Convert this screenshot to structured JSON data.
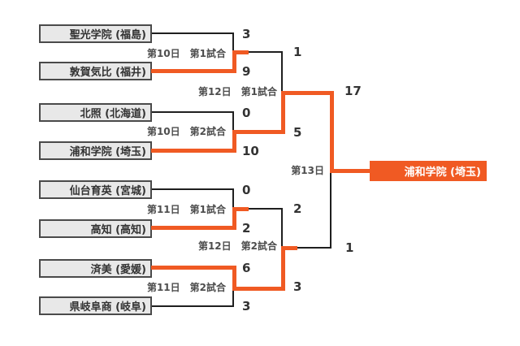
{
  "teams": [
    {
      "name": "聖光学院 (福島)",
      "score": "3"
    },
    {
      "name": "敦賀気比 (福井)",
      "score": "9"
    },
    {
      "name": "北照 (北海道)",
      "score": "0"
    },
    {
      "name": "浦和学院 (埼玉)",
      "score": "10"
    },
    {
      "name": "仙台育英 (宮城)",
      "score": "0"
    },
    {
      "name": "高知 (高知)",
      "score": "2"
    },
    {
      "name": "済美 (愛媛)",
      "score": "6"
    },
    {
      "name": "県岐阜商 (岐阜)",
      "score": "3"
    }
  ],
  "round1": {
    "game1_label": "第10日　第1試合",
    "game2_label": "第10日　第2試合",
    "game3_label": "第11日　第1試合",
    "game4_label": "第11日　第2試合"
  },
  "semifinal": {
    "game1_label": "第12日　第1試合",
    "game2_label": "第12日　第2試合",
    "scores": [
      "1",
      "5",
      "2",
      "3"
    ]
  },
  "final": {
    "label": "第13日",
    "scores": [
      "17",
      "1"
    ],
    "champion": "浦和学院 (埼玉)"
  },
  "colors": {
    "winner_path": "#f05a23",
    "line": "#1f1f1f",
    "box_fill": "#e8e8e8",
    "box_border": "#4a4a4a",
    "text": "#333333",
    "label": "#4d4d4d"
  }
}
